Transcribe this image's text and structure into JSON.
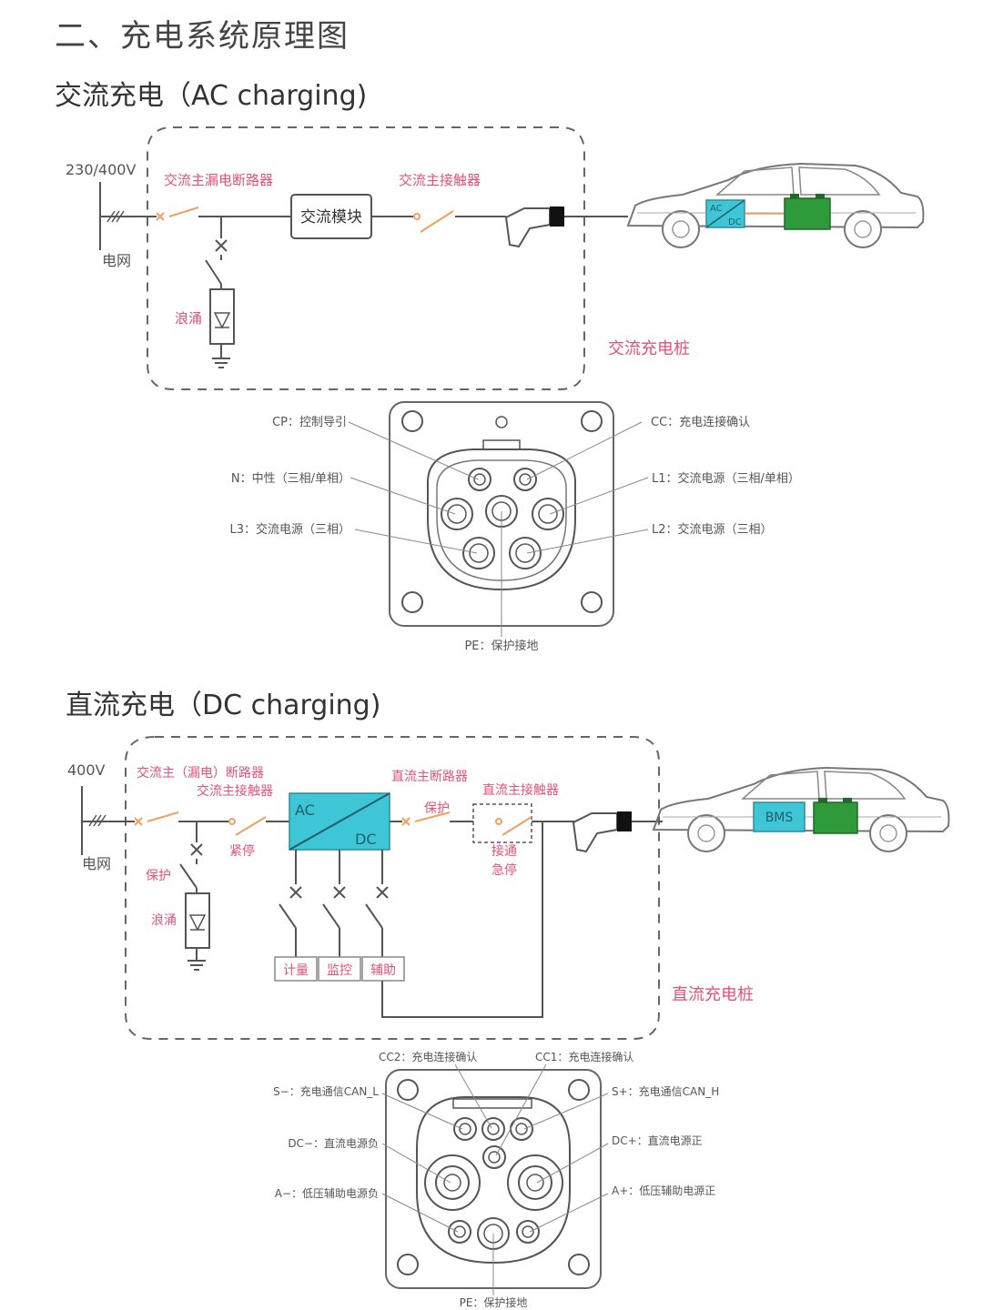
{
  "headings": {
    "main": "二、充电系统原理图",
    "ac": "交流充电（AC charging)",
    "dc": "直流充电（DC charging)"
  },
  "ac": {
    "voltage": "230/400V",
    "grid": "电网",
    "breaker": "交流主漏电断路器",
    "contactor": "交流主接触器",
    "module": "交流模块",
    "surge": "浪涌",
    "pile": "交流充电桩",
    "inverter_ac": "AC",
    "inverter_dc": "DC"
  },
  "ac_connector": {
    "cp": "CP：控制导引",
    "cc": "CC：充电连接确认",
    "n": "N：中性（三相/单相）",
    "l1": "L1：交流电源（三相/单相）",
    "l3": "L3：交流电源（三相）",
    "l2": "L2：交流电源（三相）",
    "pe": "PE：保护接地"
  },
  "dc": {
    "voltage": "400V",
    "grid": "电网",
    "breaker": "交流主（漏电）断路器",
    "ac_contactor": "交流主接触器",
    "emergency": "紧停",
    "protect": "保护",
    "surge": "浪涌",
    "module_ac": "AC",
    "module_dc": "DC",
    "dc_breaker": "直流主断路器",
    "dc_contactor": "直流主接触器",
    "dc_protect": "保护",
    "interlock": "接通",
    "estop": "急停",
    "meter": "计量",
    "monitor": "监控",
    "aux": "辅助",
    "pile": "直流充电桩",
    "bms": "BMS"
  },
  "dc_connector": {
    "cc2": "CC2：充电连接确认",
    "cc1": "CC1：充电连接确认",
    "s_minus": "S−：充电通信CAN_L",
    "s_plus": "S+：充电通信CAN_H",
    "dc_minus": "DC−：直流电源负",
    "dc_plus": "DC+：直流电源正",
    "a_minus": "A−：低压辅助电源负",
    "a_plus": "A+：低压辅助电源正",
    "pe": "PE：保护接地"
  },
  "colors": {
    "label_red": "#e0527a",
    "line": "#555555",
    "switch_orange": "#f0a060",
    "teal": "#3ec6d6",
    "battery_green": "#2f9a3a"
  }
}
